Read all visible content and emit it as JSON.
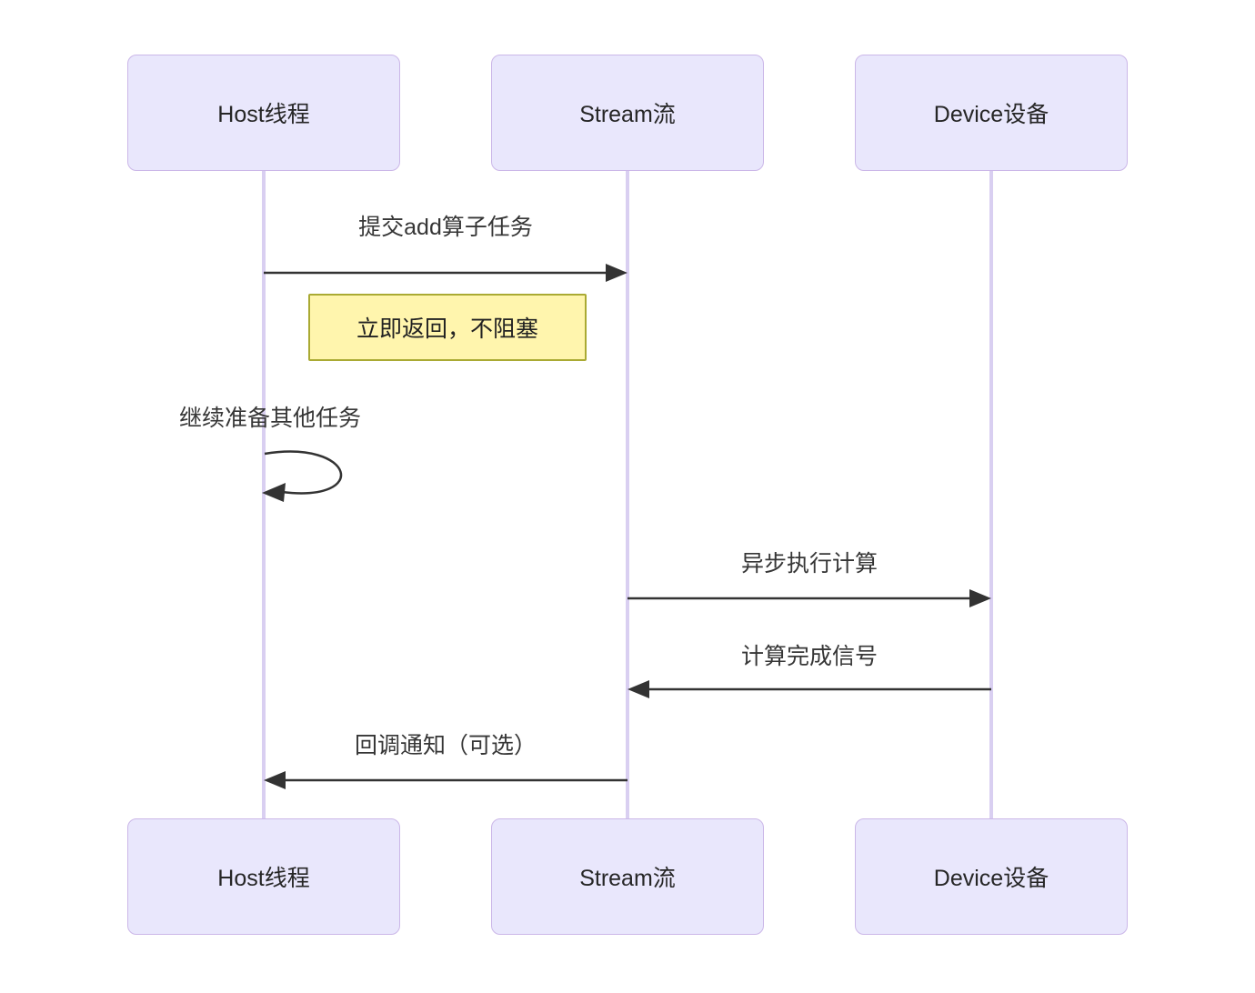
{
  "diagram": {
    "type": "sequence",
    "actors": [
      {
        "id": "host",
        "label": "Host线程"
      },
      {
        "id": "stream",
        "label": "Stream流"
      },
      {
        "id": "device",
        "label": "Device设备"
      }
    ],
    "messages": [
      {
        "from": "host",
        "to": "stream",
        "style": "solid-arrow",
        "label": "提交add算子任务"
      },
      {
        "from": "stream",
        "to": "device",
        "style": "solid-arrow",
        "label": "异步执行计算"
      },
      {
        "from": "device",
        "to": "stream",
        "style": "solid-arrow",
        "label": "计算完成信号"
      },
      {
        "from": "stream",
        "to": "host",
        "style": "solid-arrow",
        "label": "回调通知（可选）"
      }
    ],
    "self_message": {
      "actor": "host",
      "label": "继续准备其他任务"
    },
    "note": {
      "anchor": "host-stream",
      "label": "立即返回，不阻塞"
    },
    "colors": {
      "background": "#ffffff",
      "actor_fill": "#e9e7fc",
      "actor_border": "#cbb7e8",
      "lifeline": "#d9cff1",
      "note_fill": "#fff5ad",
      "note_border": "#aaaa33",
      "line": "#333333",
      "text": "#333333"
    }
  }
}
